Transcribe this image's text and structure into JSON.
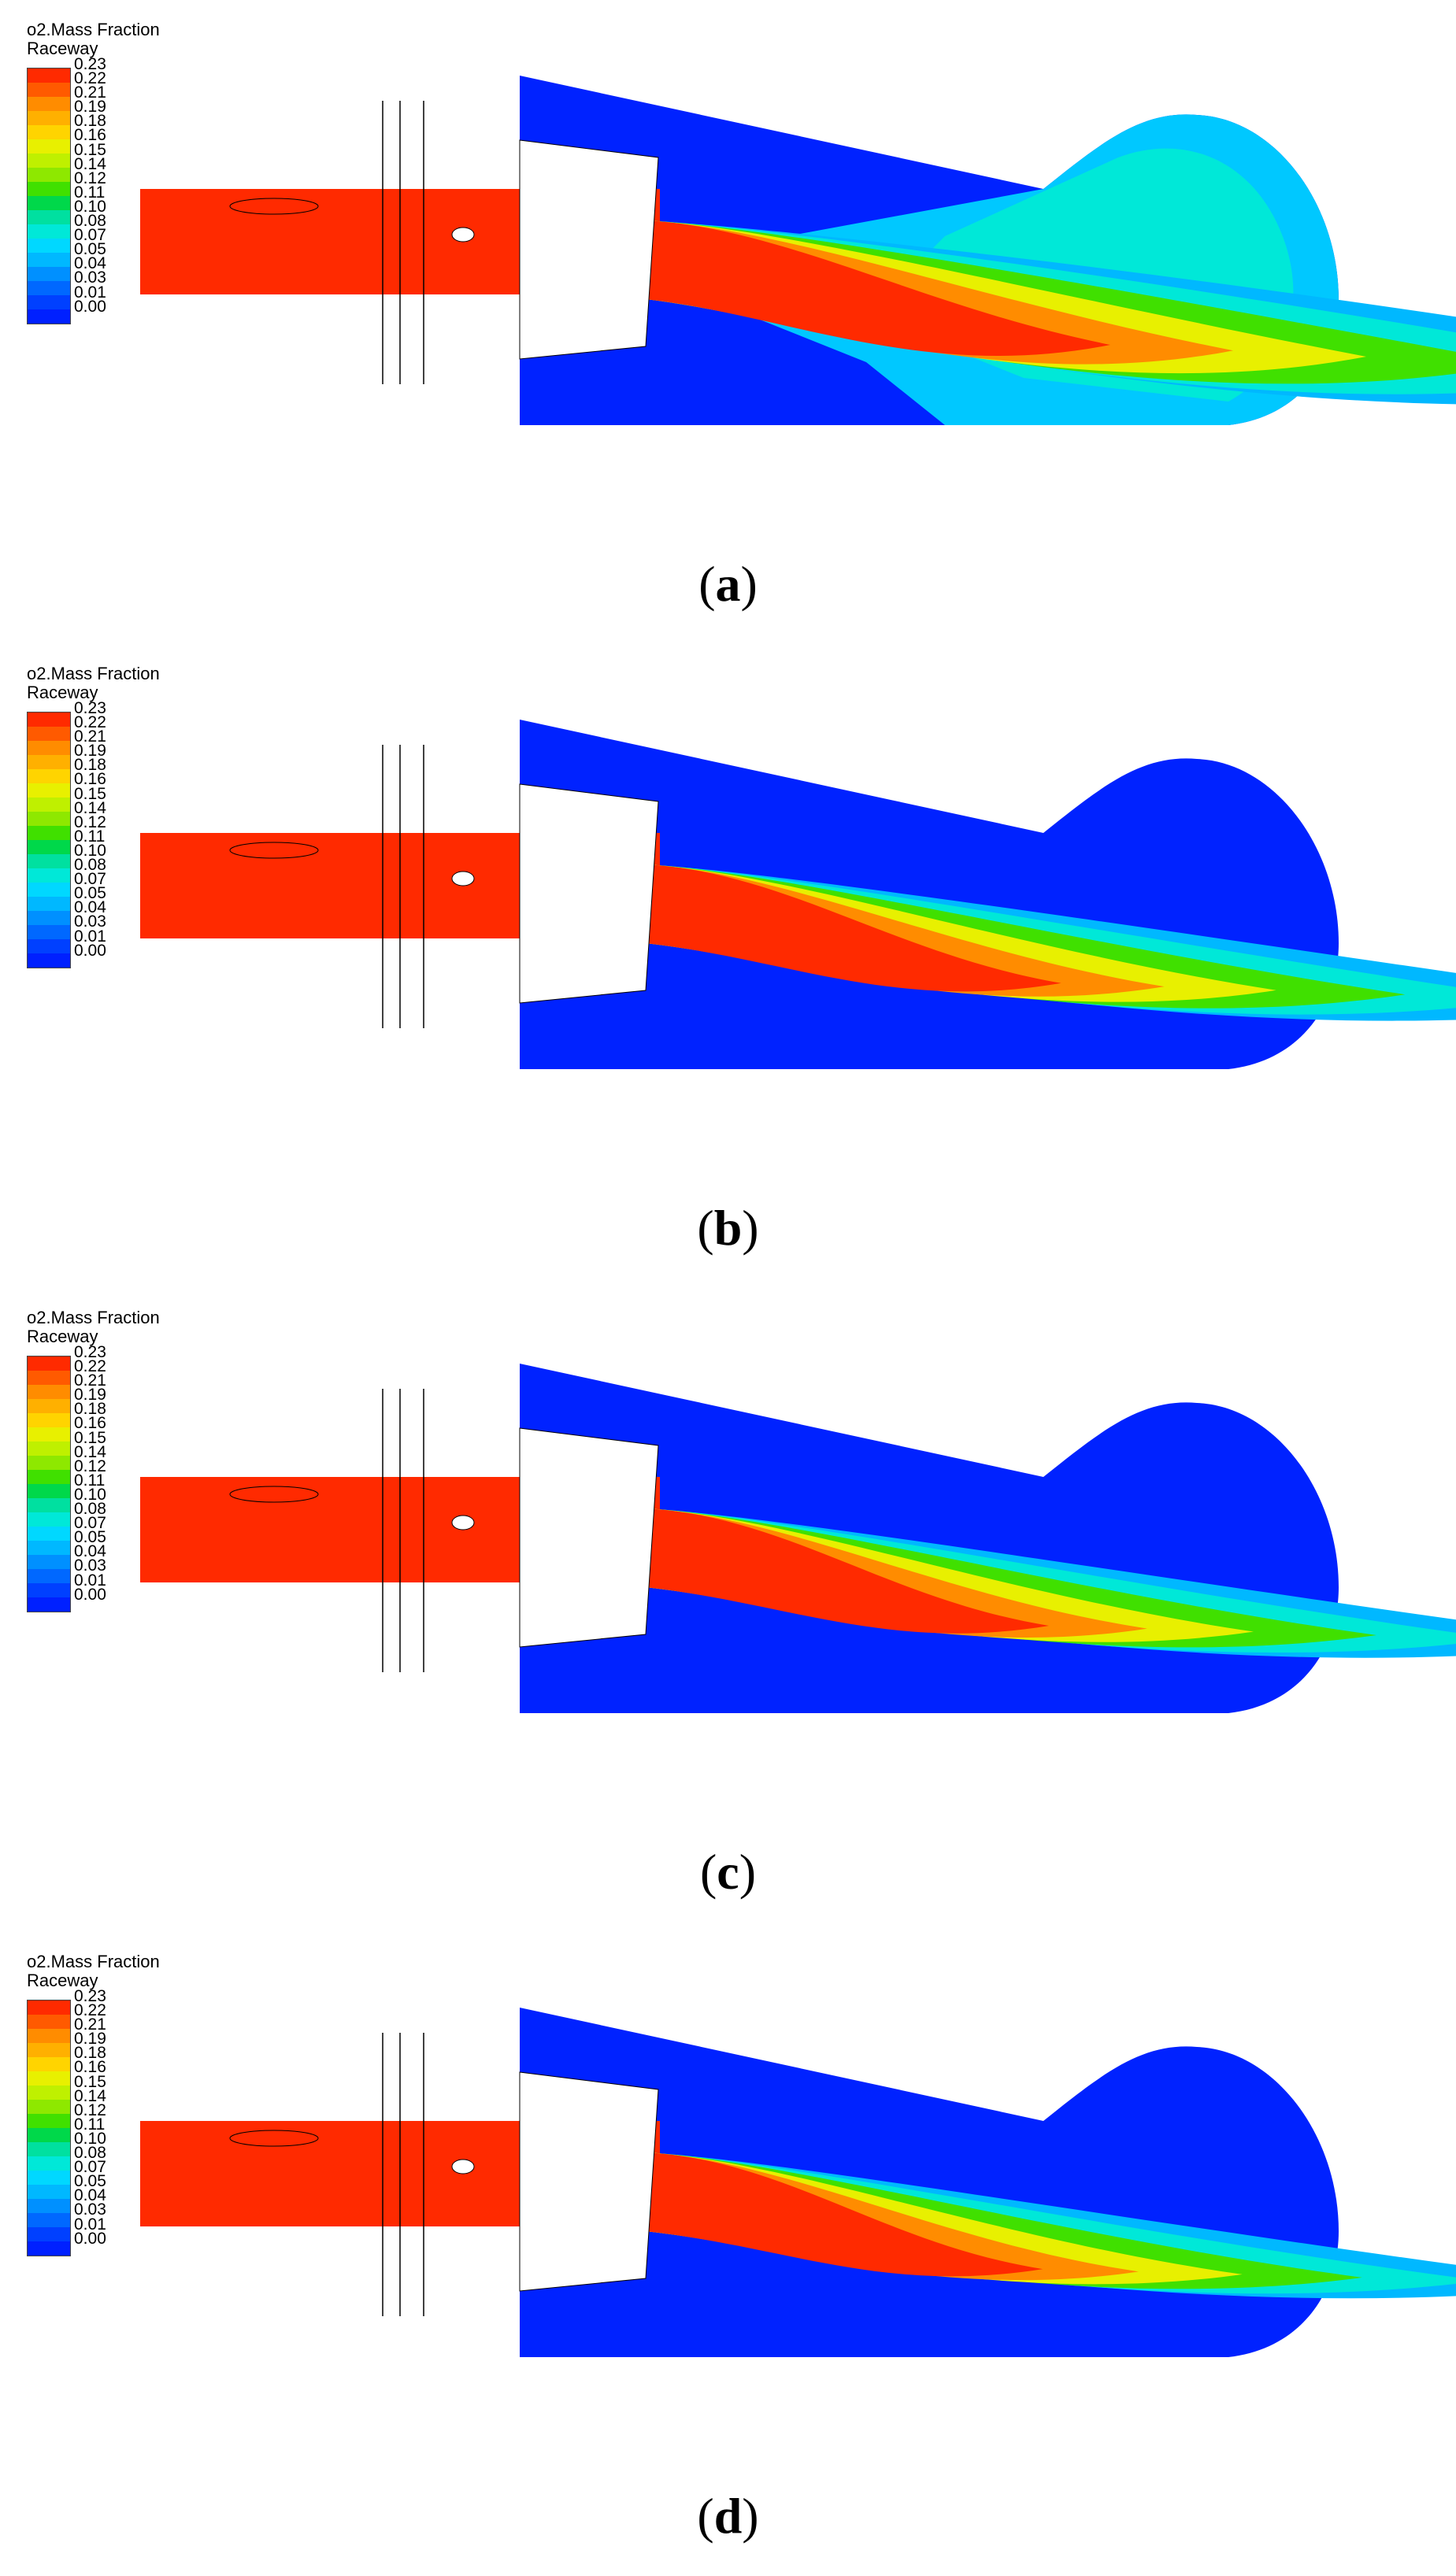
{
  "legend": {
    "title": "o2.Mass Fraction",
    "subtitle": "Raceway",
    "labels": [
      "0.23",
      "0.22",
      "0.21",
      "0.19",
      "0.18",
      "0.16",
      "0.15",
      "0.14",
      "0.12",
      "0.11",
      "0.10",
      "0.08",
      "0.07",
      "0.05",
      "0.04",
      "0.03",
      "0.01",
      "0.00"
    ],
    "colors": [
      "#ff2a00",
      "#ff5a00",
      "#ff8c00",
      "#ffb000",
      "#ffd400",
      "#e8f000",
      "#bff000",
      "#8ee800",
      "#40e000",
      "#00d84a",
      "#00e0a0",
      "#00e8d8",
      "#00d8ff",
      "#00b8ff",
      "#0090ff",
      "#0068ff",
      "#0040ff",
      "#0020ff"
    ]
  },
  "panels": [
    {
      "caption": "a"
    },
    {
      "caption": "b"
    },
    {
      "caption": "c"
    },
    {
      "caption": "d"
    }
  ]
}
